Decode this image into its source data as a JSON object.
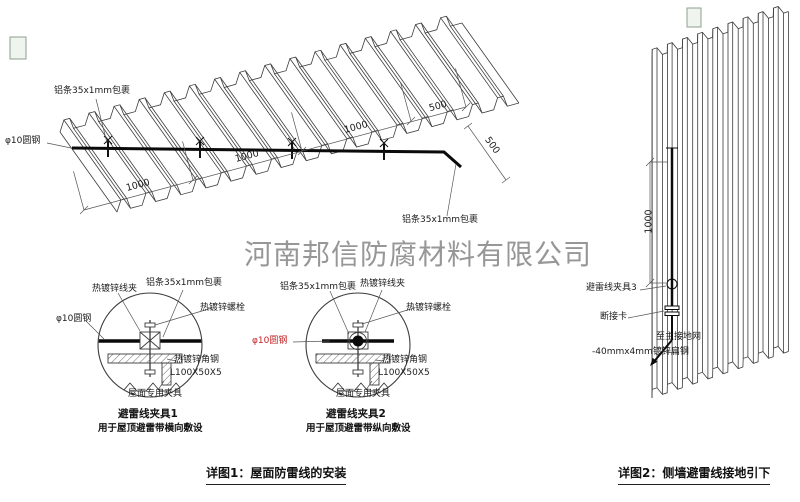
{
  "watermark": "河南邦信防腐材料有限公司",
  "main_view": {
    "label_alu_left": "铝条35x1mm包裹",
    "label_round_steel": "φ10圆钢",
    "label_alu_right": "铝条35x1mm包裹",
    "dims": [
      "1000",
      "1000",
      "1000",
      "500",
      "500"
    ]
  },
  "detail1": {
    "label_clamp": "热镀锌线夹",
    "label_alu": "铝条35x1mm包裹",
    "label_bolt": "热镀锌螺栓",
    "label_round_steel": "φ10圆钢",
    "label_angle": "热镀锌角钢",
    "label_angle_spec": "L100X50X5",
    "label_fixture": "屋面专用夹具",
    "title": "避雷线夹具1",
    "subtitle": "用于屋顶避雷带横向敷设"
  },
  "detail2": {
    "label_alu": "铝条35x1mm包裹",
    "label_clamp": "热镀锌线夹",
    "label_bolt": "热镀锌螺栓",
    "label_round_steel": "φ10圆钢",
    "label_angle": "热镀锌角钢",
    "label_angle_spec": "L100X50X5",
    "label_fixture": "屋面专用夹具",
    "title": "避雷线夹具2",
    "subtitle": "用于屋顶避雷带纵向敷设"
  },
  "caption1": "详图1：屋面防雷线的安装",
  "wall_view": {
    "dim": "1000",
    "label_clamp3": "避雷线夹具3",
    "label_disconnect": "断接卡",
    "label_to_ground": "至主接地网",
    "label_flat_steel": "-40mmx4mm镀锌扁钢"
  },
  "caption2": "详图2：侧墙避雷线接地引下"
}
